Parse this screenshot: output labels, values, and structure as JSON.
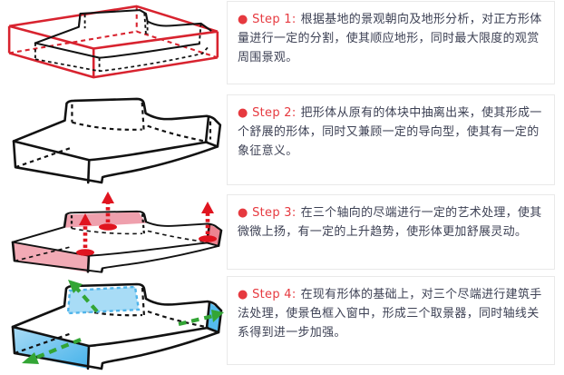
{
  "page": {
    "background": "#ffffff"
  },
  "colors": {
    "accent-red": "#e6393f",
    "text-dark": "#3d4154",
    "card-border": "#e9e9e9",
    "sketch-black": "#121212",
    "sketch-red": "#d8232f",
    "arrow-red": "#e0141f",
    "arrow-green": "#33a535",
    "pink-fill": "#f2aab5",
    "pink-mid": "#efa0ad",
    "pink-deep": "#ec8490",
    "blue-fill": "#55bbee",
    "blue-light": "#a8dcf6",
    "blue-edge": "#4fb4ea"
  },
  "diagrams": {
    "step1_icon": "red-site-box-with-black-massing-sketch",
    "step2_icon": "extracted-massing-wireframe-sketch",
    "step3_icon": "massing-with-red-lift-arrows-sketch",
    "step4_icon": "massing-with-blue-view-windows-green-axis-arrows-sketch"
  },
  "steps": [
    {
      "label": "● Step 1:",
      "text": "根据基地的景观朝向及地形分析，对正方形体量进行一定的分割，使其顺应地形，同时最大限度的观赏周围景观。"
    },
    {
      "label": "● Step 2:",
      "text": "把形体从原有的体块中抽离出来，使其形成一个舒展的形体，同时又兼顾一定的导向型，使其有一定的象征意义。"
    },
    {
      "label": "● Step 3:",
      "text": "在三个轴向的尽端进行一定的艺术处理，使其微微上扬，有一定的上升趋势，使形体更加舒展灵动。"
    },
    {
      "label": "● Step 4:",
      "text": "在现有形体的基础上，对三个尽端进行建筑手法处理，使景色框入窗中，形成三个取景器，同时轴线关系得到进一步加强。"
    }
  ]
}
